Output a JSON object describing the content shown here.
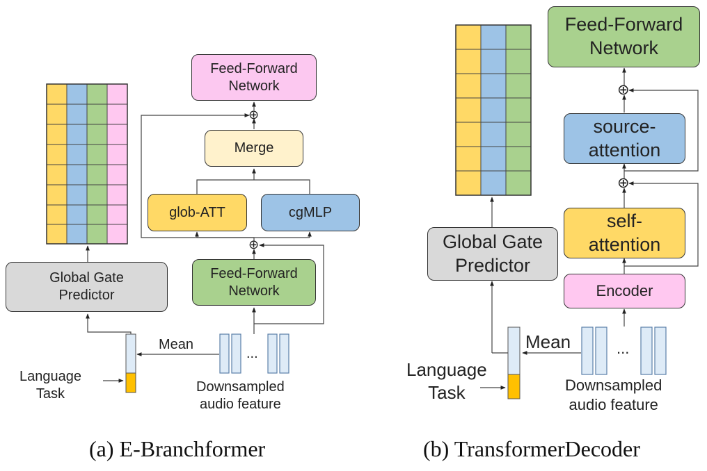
{
  "colors": {
    "feed_forward_pink": "#fcc8f0",
    "feed_forward_green": "#a9d18e",
    "merge": "#fff2cc",
    "yellow": "#ffd966",
    "blue": "#9dc3e6",
    "green": "#a9d18e",
    "pink": "#ffc8f0",
    "gray": "#d9d9d9",
    "audio_bar": "#deebf7",
    "task_orange": "#ffc000",
    "lang_vec": "#deebf7"
  },
  "left": {
    "caption": "(a) E-Branchformer",
    "feed_forward_top": [
      "Feed-Forward",
      "Network"
    ],
    "merge": "Merge",
    "glob_att": "glob-ATT",
    "cgmlp": "cgMLP",
    "feed_forward_bottom": [
      "Feed-Forward",
      "Network"
    ],
    "global_gate": [
      "Global Gate",
      "Predictor"
    ],
    "mean": "Mean",
    "language_task": [
      "Language",
      "Task"
    ],
    "audio": [
      "Downsampled",
      "audio feature"
    ],
    "ellipsis": "...",
    "plus": "⊕"
  },
  "right": {
    "caption": "(b) TransformerDecoder",
    "feed_forward": [
      "Feed-Forward",
      "Network"
    ],
    "source_attention": [
      "source-",
      "attention"
    ],
    "self_attention": [
      "self-",
      "attention"
    ],
    "encoder": "Encoder",
    "global_gate": [
      "Global Gate",
      "Predictor"
    ],
    "mean": "Mean",
    "language_task": [
      "Language",
      "Task"
    ],
    "audio": [
      "Downsampled",
      "audio feature"
    ],
    "ellipsis": "...",
    "plus": "⊕"
  }
}
